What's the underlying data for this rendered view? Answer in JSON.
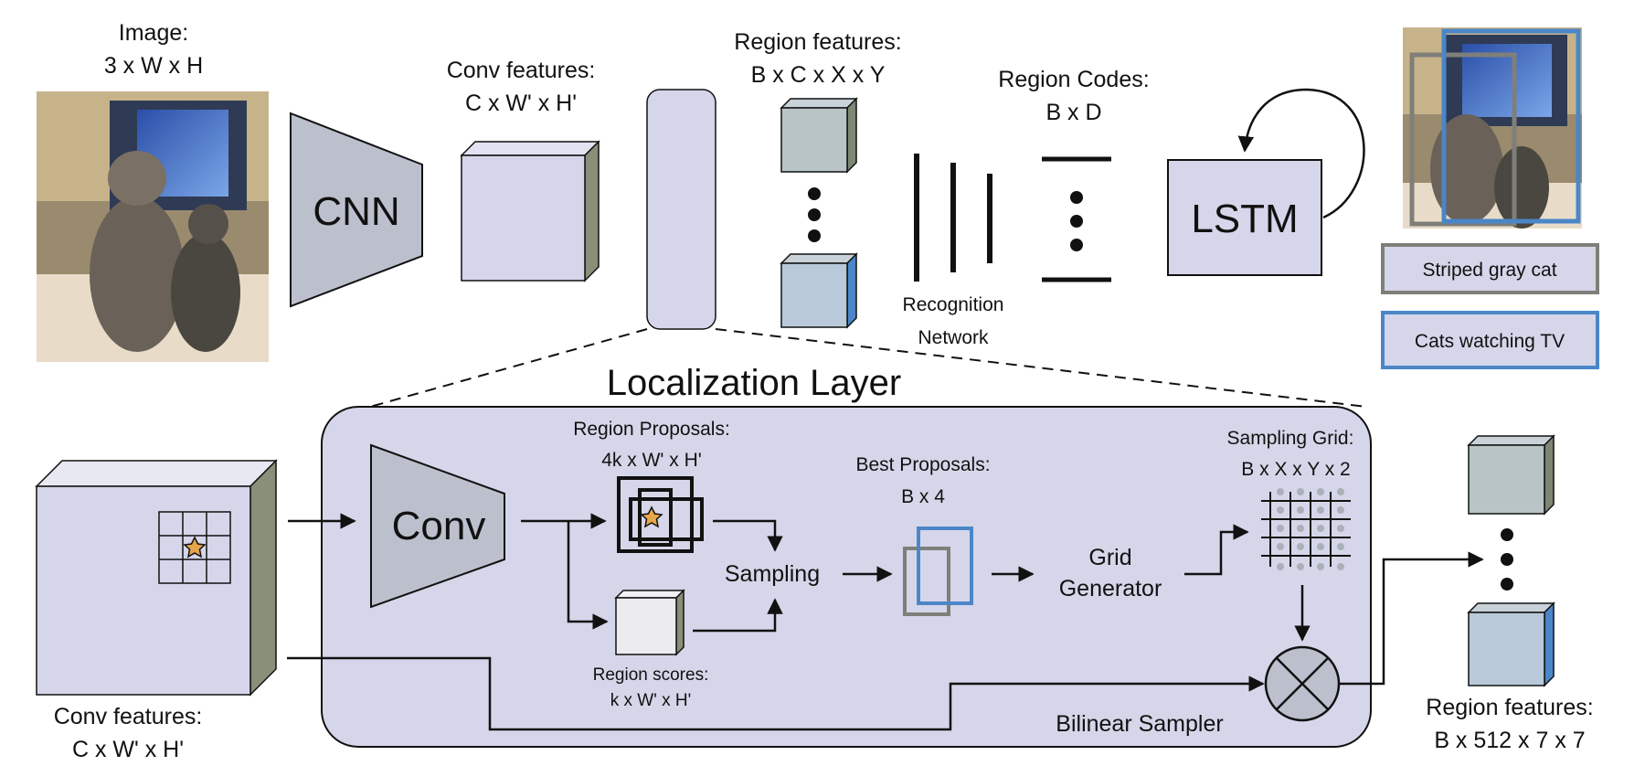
{
  "top": {
    "image_label_1": "Image:",
    "image_label_2": "3 x W x H",
    "cnn": "CNN",
    "conv_features_label_1": "Conv features:",
    "conv_features_label_2": "C x W' x H'",
    "region_features_label_1": "Region features:",
    "region_features_label_2": "B x C x X x Y",
    "region_codes_label_1": "Region Codes:",
    "region_codes_label_2": "B x D",
    "recognition_1": "Recognition",
    "recognition_2": "Network",
    "lstm": "LSTM",
    "caption_1": "Striped gray cat",
    "caption_2": "Cats watching TV"
  },
  "localization": {
    "title": "Localization Layer",
    "conv": "Conv",
    "region_proposals_1": "Region Proposals:",
    "region_proposals_2": "4k x W' x H'",
    "region_scores_1": "Region scores:",
    "region_scores_2": "k x W' x H'",
    "sampling": "Sampling",
    "best_proposals_1": "Best Proposals:",
    "best_proposals_2": "B x 4",
    "grid_generator_1": "Grid",
    "grid_generator_2": "Generator",
    "sampling_grid_1": "Sampling Grid:",
    "sampling_grid_2": "B x X x Y x 2",
    "bilinear_sampler": "Bilinear Sampler"
  },
  "bottom": {
    "conv_features_label_1": "Conv features:",
    "conv_features_label_2": "C x W' x H'",
    "region_features_label_1": "Region features:",
    "region_features_label_2": "B x 512 x 7 x 7"
  },
  "colors": {
    "lavender": "#d6d6ea",
    "gray_shape": "#bcc0cc",
    "cube_blue": "#b9c9d9",
    "box_gray": "#7f7f7a",
    "box_blue": "#4a86c8"
  }
}
